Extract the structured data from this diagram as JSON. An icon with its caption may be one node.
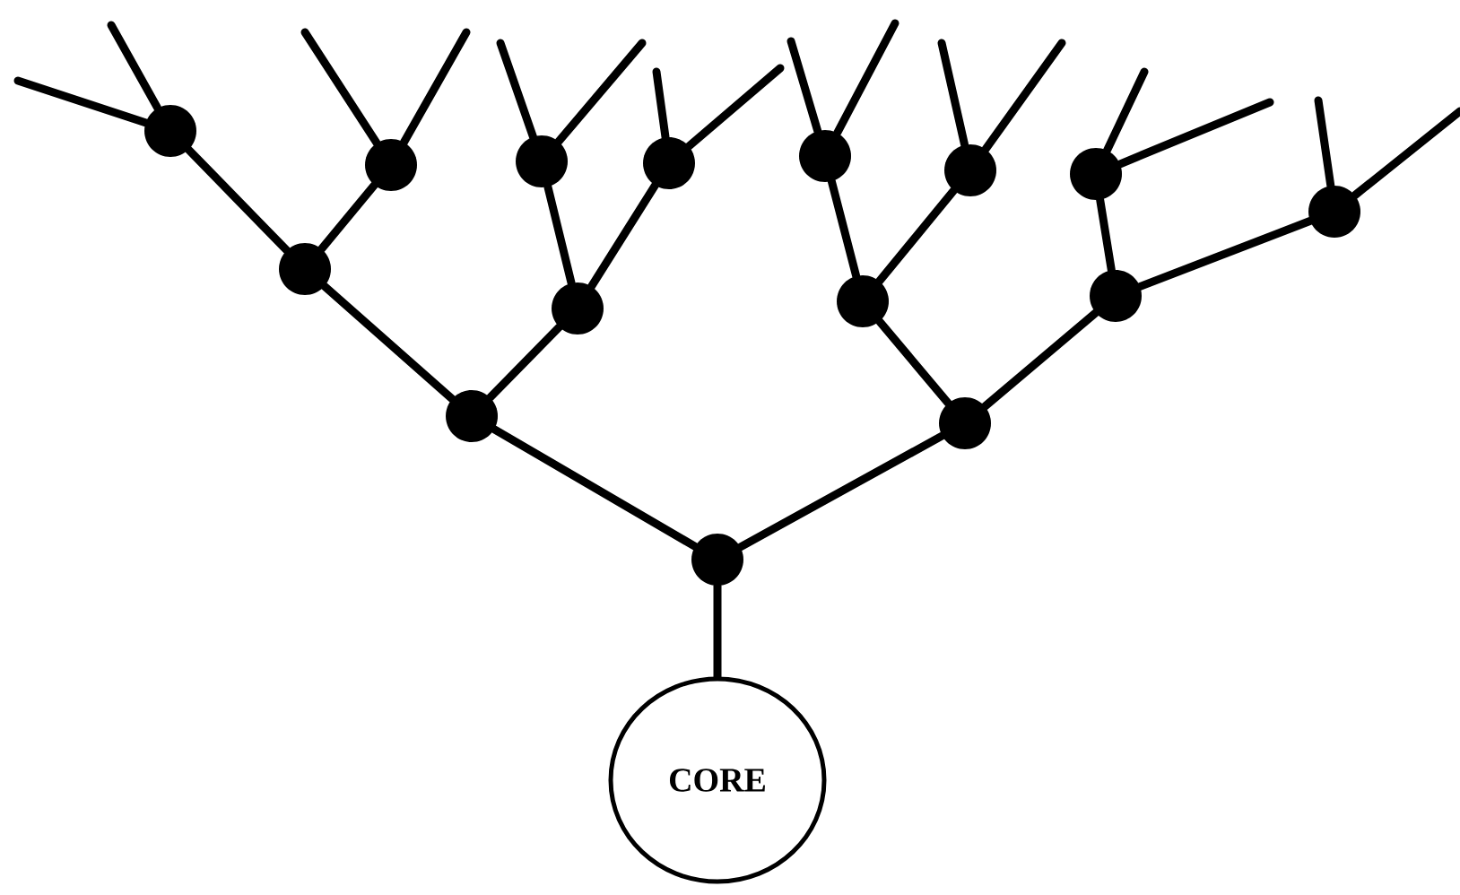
{
  "diagram": {
    "nodes": [
      {
        "text": [],
        "shape": "circle"
      },
      {
        "text": [],
        "shape": "circle"
      },
      {
        "text": [],
        "shape": "circle"
      },
      {
        "text": [],
        "shape": "circle"
      },
      {
        "text": [],
        "shape": "circle"
      },
      {
        "text": [],
        "shape": "circle"
      },
      {
        "text": [],
        "shape": "circle"
      },
      {
        "text": [],
        "shape": "circle"
      },
      {
        "text": [],
        "shape": "circle"
      },
      {
        "text": [],
        "shape": "circle"
      },
      {
        "text": [],
        "shape": "circle"
      },
      {
        "text": [],
        "shape": "circle"
      },
      {
        "text": [],
        "shape": "circle"
      },
      {
        "text": [],
        "shape": "circle"
      },
      {
        "text": [],
        "shape": "circle"
      },
      {
        "text": [
          "CORE"
        ]
      }
    ],
    "edges": [
      {
        "from": 0,
        "to": null,
        "arrow": "none"
      },
      {
        "from": 0,
        "to": null,
        "arrow": "none"
      },
      {
        "from": 1,
        "to": null,
        "arrow": "none"
      },
      {
        "from": 1,
        "to": null,
        "arrow": "none"
      },
      {
        "from": 2,
        "to": null,
        "arrow": "none"
      },
      {
        "from": 2,
        "to": null,
        "arrow": "none"
      },
      {
        "from": 3,
        "to": null,
        "arrow": "none"
      },
      {
        "from": 3,
        "to": null,
        "arrow": "none"
      },
      {
        "from": 4,
        "to": null,
        "arrow": "none"
      },
      {
        "from": 4,
        "to": null,
        "arrow": "none"
      },
      {
        "from": 5,
        "to": null,
        "arrow": "none"
      },
      {
        "from": 5,
        "to": null,
        "arrow": "none"
      },
      {
        "from": 6,
        "to": null,
        "arrow": "none"
      },
      {
        "from": 6,
        "to": null,
        "arrow": "none"
      },
      {
        "from": 7,
        "to": null,
        "arrow": "none"
      },
      {
        "from": 7,
        "to": null,
        "arrow": "none"
      },
      {
        "from": 8,
        "to": 0,
        "arrow": "none"
      },
      {
        "from": 8,
        "to": 1,
        "arrow": "none"
      },
      {
        "from": 9,
        "to": 2,
        "arrow": "none"
      },
      {
        "from": 9,
        "to": 3,
        "arrow": "none"
      },
      {
        "from": 10,
        "to": 4,
        "arrow": "none"
      },
      {
        "from": 10,
        "to": 5,
        "arrow": "none"
      },
      {
        "from": 11,
        "to": 6,
        "arrow": "none"
      },
      {
        "from": 11,
        "to": 7,
        "arrow": "none"
      },
      {
        "from": 12,
        "to": 8,
        "arrow": "none"
      },
      {
        "from": 12,
        "to": 9,
        "arrow": "none"
      },
      {
        "from": 13,
        "to": 10,
        "arrow": "none"
      },
      {
        "from": 13,
        "to": 11,
        "arrow": "none"
      },
      {
        "from": 14,
        "to": 12,
        "arrow": "none"
      },
      {
        "from": 14,
        "to": 13,
        "arrow": "none"
      },
      {
        "from": 14,
        "to": 15,
        "arrow": "none"
      }
    ]
  }
}
